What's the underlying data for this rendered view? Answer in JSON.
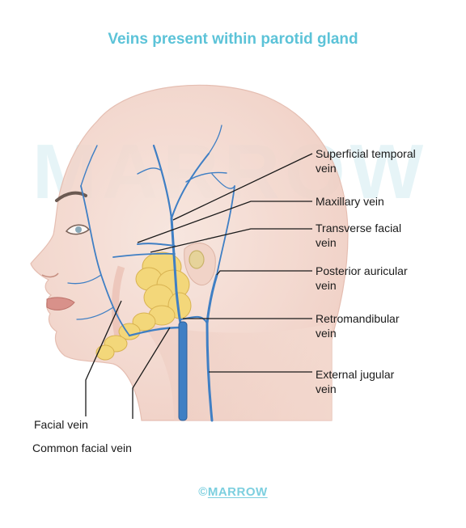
{
  "title": "Veins present within parotid gland",
  "watermark": "MARROW",
  "labels": {
    "superficial_temporal": [
      "Superficial temporal",
      "vein"
    ],
    "maxillary": "Maxillary vein",
    "transverse_facial": [
      "Transverse facial",
      "vein"
    ],
    "posterior_auricular": [
      "Posterior auricular",
      "vein"
    ],
    "retromandibular": [
      "Retromandibular",
      "vein"
    ],
    "external_jugular": [
      "External jugular",
      "vein"
    ],
    "facial": "Facial vein",
    "common_facial": "Common facial vein"
  },
  "footer": {
    "copyright": "©",
    "brand": "MARROW"
  },
  "colors": {
    "title": "#5cc3d8",
    "vein": "#3f7fc4",
    "gland": "#f3d77a",
    "skin": "#f6dfd6",
    "leader": "#1a1a1a"
  }
}
